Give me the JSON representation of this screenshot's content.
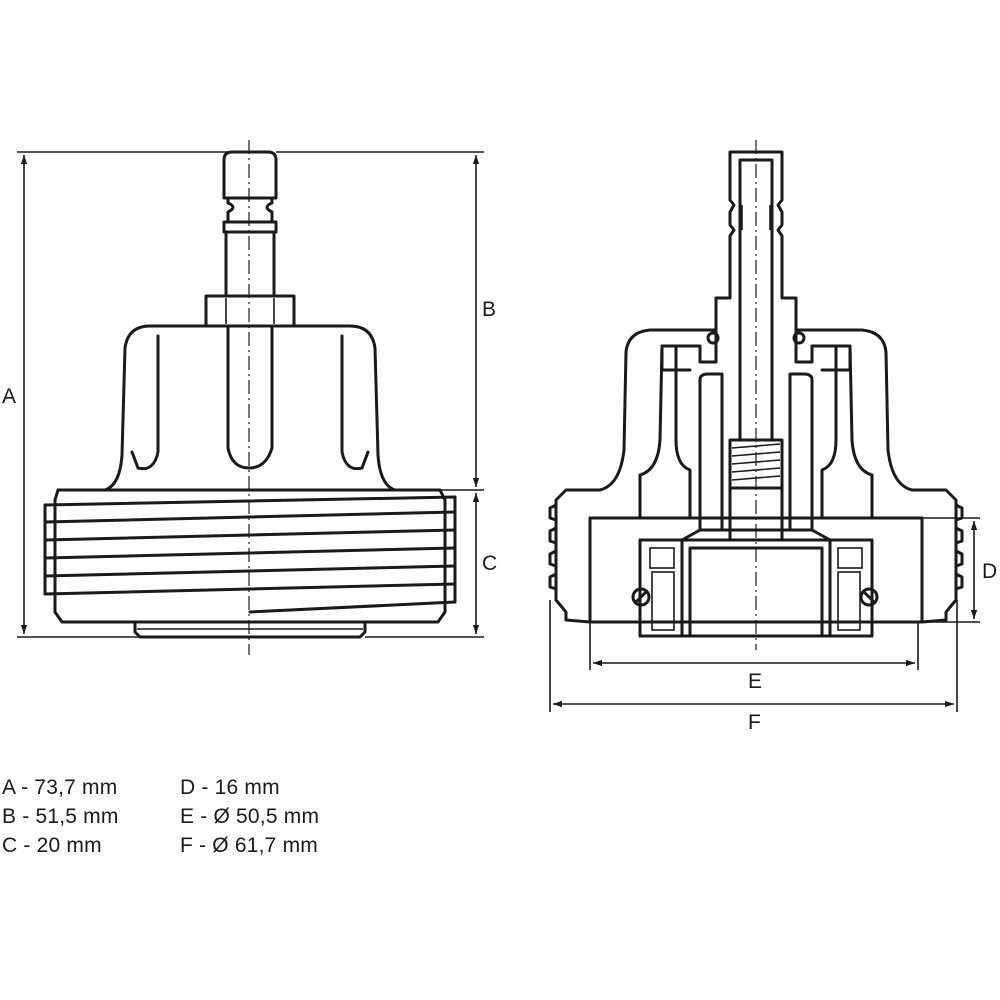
{
  "dimension_letters": {
    "A": "A",
    "B": "B",
    "C": "C",
    "D": "D",
    "E": "E",
    "F": "F"
  },
  "legend": {
    "col1": [
      "A - 73,7 mm",
      "B - 51,5 mm",
      "C - 20 mm"
    ],
    "col2": [
      "D - 16 mm",
      "E - Ø 50,5 mm",
      "F - Ø 61,7 mm"
    ]
  }
}
